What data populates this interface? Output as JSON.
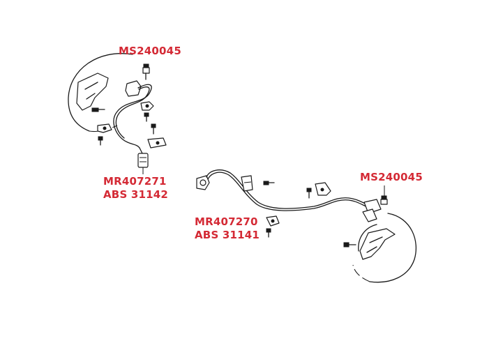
{
  "labels": {
    "top_bolt": {
      "part_no": "MS240045"
    },
    "left_sensor": {
      "part_no": "MR407271",
      "abs_code": "ABS 31142"
    },
    "right_sensor": {
      "part_no": "MR407270",
      "abs_code": "ABS 31141"
    },
    "right_bolt": {
      "part_no": "MS240045"
    }
  },
  "colors": {
    "label_red": "#d42a35",
    "line_dark": "#1a1a1a",
    "background": "#ffffff"
  }
}
